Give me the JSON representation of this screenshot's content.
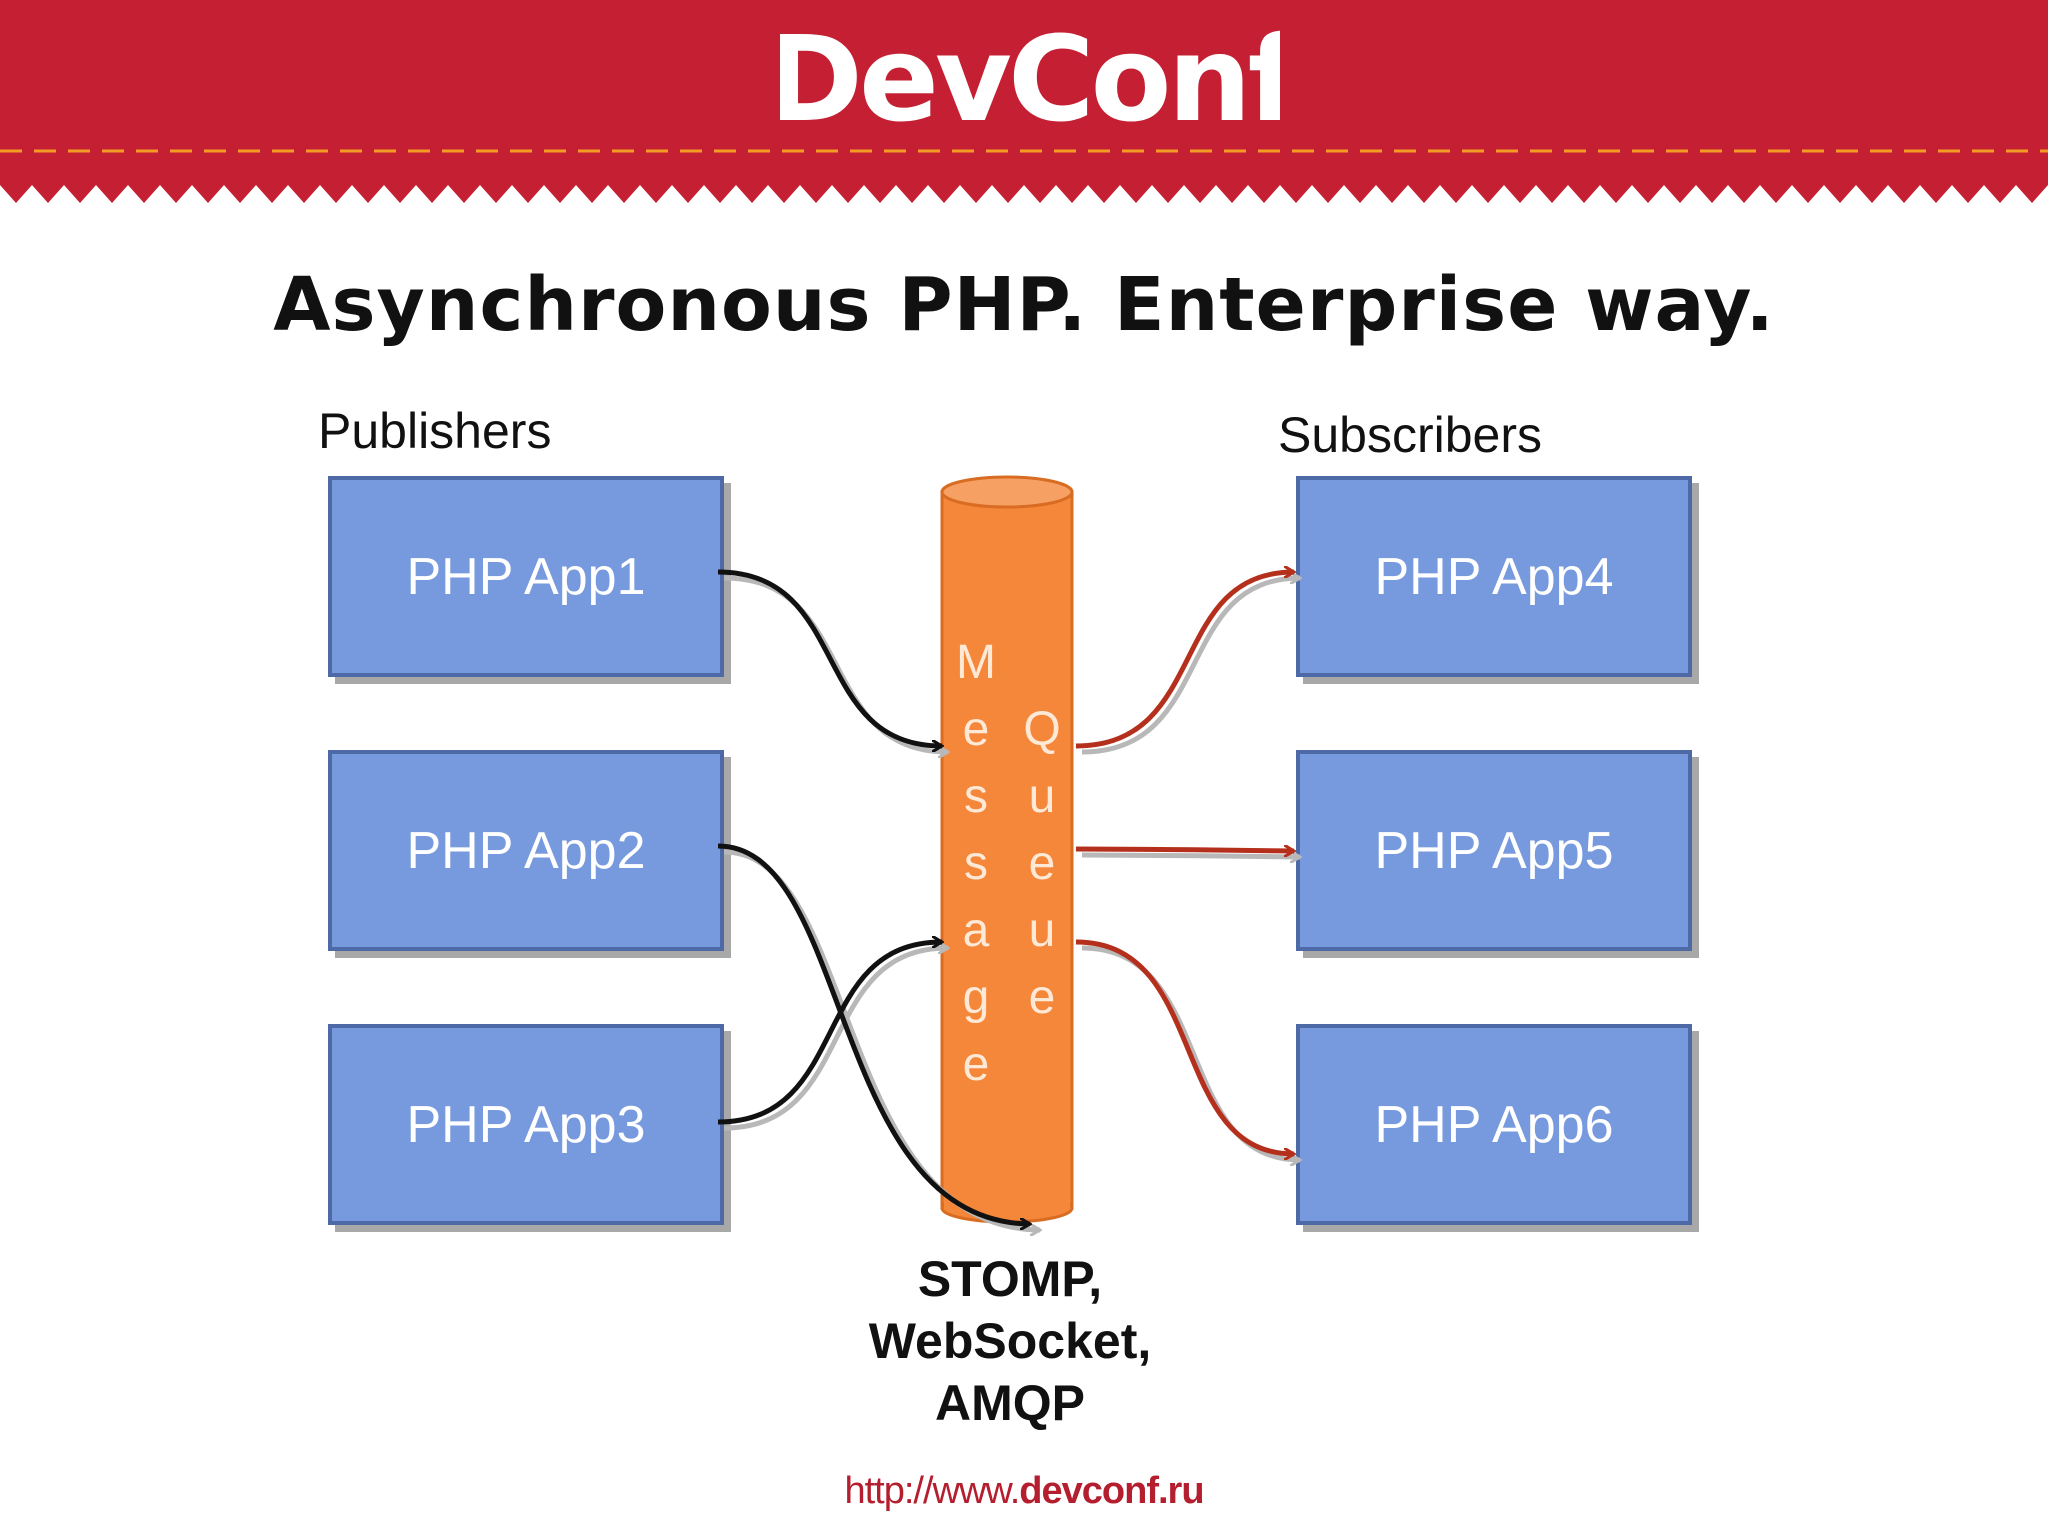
{
  "header": {
    "logo_text": "DevConf",
    "brand_color": "#c41f33",
    "accent_color": "#f39c24"
  },
  "title": "Asynchronous PHP. Enterprise way.",
  "publishers": {
    "label": "Publishers",
    "apps": [
      "PHP App1",
      "PHP App2",
      "PHP App3"
    ]
  },
  "subscribers": {
    "label": "Subscribers",
    "apps": [
      "PHP App4",
      "PHP App5",
      "PHP App6"
    ]
  },
  "queue": {
    "word1": "Message",
    "word2": "Queue",
    "color": "#f5873a"
  },
  "protocols": [
    "STOMP,",
    "WebSocket,",
    "AMQP"
  ],
  "footer": {
    "url_prefix": "http://www.",
    "url_domain": "devconf.ru"
  }
}
